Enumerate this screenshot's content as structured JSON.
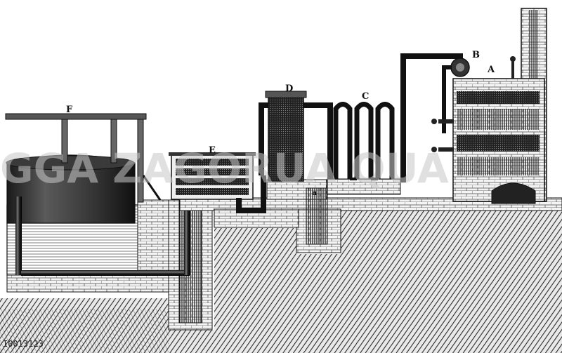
{
  "labels": {
    "A": "A",
    "B": "B",
    "C": "C",
    "D": "D",
    "E": "E",
    "F": "F",
    "a": "a"
  },
  "watermark": "GGA   ZAGORUA  QUA",
  "image_id": "I0013123",
  "colors": {
    "ink": "#111111",
    "hatch": "#2a2a2a",
    "paper": "#ffffff",
    "brick": "#f2f2f2",
    "watermark": "#c8c8c8"
  }
}
